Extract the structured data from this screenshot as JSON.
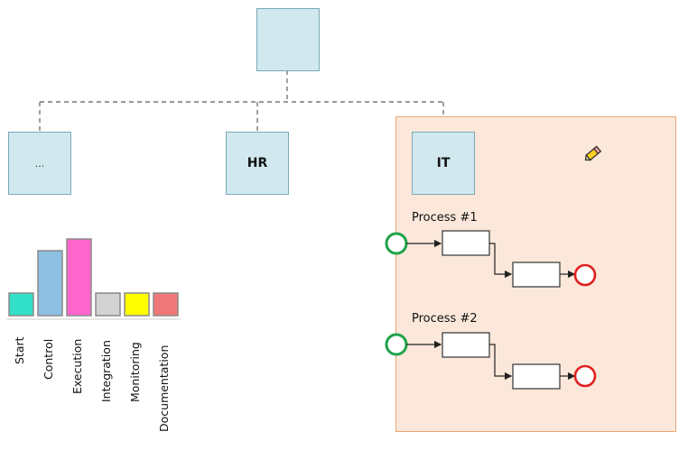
{
  "org": {
    "root": {
      "label": ""
    },
    "children": [
      {
        "label": "..."
      },
      {
        "label": "HR"
      },
      {
        "label": "IT"
      }
    ]
  },
  "processes": [
    {
      "title": "Process #1"
    },
    {
      "title": "Process #2"
    }
  ],
  "legend": [
    {
      "label": "Start",
      "color": "#33e0c8",
      "level": 0.29
    },
    {
      "label": "Control",
      "color": "#8fbfe3",
      "level": 0.85
    },
    {
      "label": "Execution",
      "color": "#ff66cc",
      "level": 1.0
    },
    {
      "label": "Integration",
      "color": "#d3d3d3",
      "level": 0.29
    },
    {
      "label": "Monitoring",
      "color": "#ffff00",
      "level": 0.29
    },
    {
      "label": "Documentation",
      "color": "#f07878",
      "level": 0.29
    }
  ],
  "colors": {
    "box_fill": "#d1e8ef",
    "box_border": "#7aa9b8",
    "container_fill": "#fbe8da",
    "container_border": "#e8a878",
    "start_event": "#1fa34a",
    "end_event": "#e02020"
  },
  "icons": {
    "edit": "pencil-icon"
  }
}
